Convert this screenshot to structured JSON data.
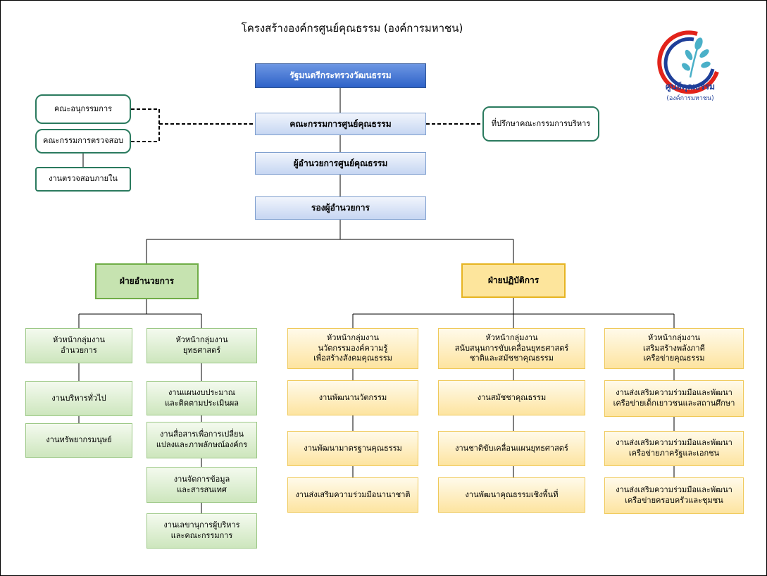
{
  "title": "โครงสร้างองค์กรศูนย์คุณธรรม (องค์การมหาชน)",
  "logo": {
    "name": "ศูนย์คุณธรรม",
    "sub": "(องค์การมหาชน)",
    "colors": {
      "red": "#e2231a",
      "blue": "#1f3f99",
      "leaf": "#4ab0c8"
    }
  },
  "top": {
    "minister": "รัฐมนตรีกระทรวงวัฒนธรรม",
    "board": "คณะกรรมการศูนย์คุณธรรม",
    "director": "ผู้อำนวยการศูนย์คุณธรรม",
    "deputy": "รองผู้อำนวยการ"
  },
  "side": {
    "subcommittee": "คณะอนุกรรมการ",
    "audit_committee": "คณะกรรมการตรวจสอบ",
    "internal_audit": "งานตรวจสอบภายใน",
    "advisor": "ที่ปรึกษาคณะกรรมการบริหาร"
  },
  "admin": {
    "label": "ฝ่ายอำนวยการ",
    "groups": [
      {
        "head": "หัวหน้ากลุ่มงาน\nอำนวยการ",
        "units": [
          "งานบริหารทั่วไป",
          "งานทรัพยากรมนุษย์"
        ]
      },
      {
        "head": "หัวหน้ากลุ่มงาน\nยุทธศาสตร์",
        "units": [
          "งานแผนงบประมาณ\nและติดตามประเมินผล",
          "งานสื่อสารเพื่อการเปลี่ยน\nแปลงและภาพลักษณ์องค์กร",
          "งานจัดการข้อมูล\nและสารสนเทศ",
          "งานเลขานุการผู้บริหาร\nและคณะกรรมการ"
        ]
      }
    ]
  },
  "ops": {
    "label": "ฝ่ายปฏิบัติการ",
    "groups": [
      {
        "head": "หัวหน้ากลุ่มงาน\nนวัตกรรมองค์ความรู้\nเพื่อสร้างสังคมคุณธรรม",
        "units": [
          "งานพัฒนานวัตกรรม",
          "งานพัฒนามาตรฐานคุณธรรม",
          "งานส่งเสริมความร่วมมือนานาชาติ"
        ]
      },
      {
        "head": "หัวหน้ากลุ่มงาน\nสนับสนุนการขับเคลื่อนยุทธศาสตร์\nชาติและสมัชชาคุณธรรม",
        "units": [
          "งานสมัชชาคุณธรรม",
          "งานชาติขับเคลื่อนแผนยุทธศาสตร์",
          "งานพัฒนาคุณธรรมเชิงพื้นที่"
        ]
      },
      {
        "head": "หัวหน้ากลุ่มงาน\nเสริมสร้างพลังภาคี\nเครือข่ายคุณธรรม",
        "units": [
          "งานส่งเสริมความร่วมมือและพัฒนา\nเครือข่ายเด็กเยาวชนและสถานศึกษา",
          "งานส่งเสริมความร่วมมือและพัฒนา\nเครือข่ายภาครัฐและเอกชน",
          "งานส่งเสริมความร่วมมือและพัฒนา\nเครือข่ายครอบครัวและชุมชน"
        ]
      }
    ]
  }
}
